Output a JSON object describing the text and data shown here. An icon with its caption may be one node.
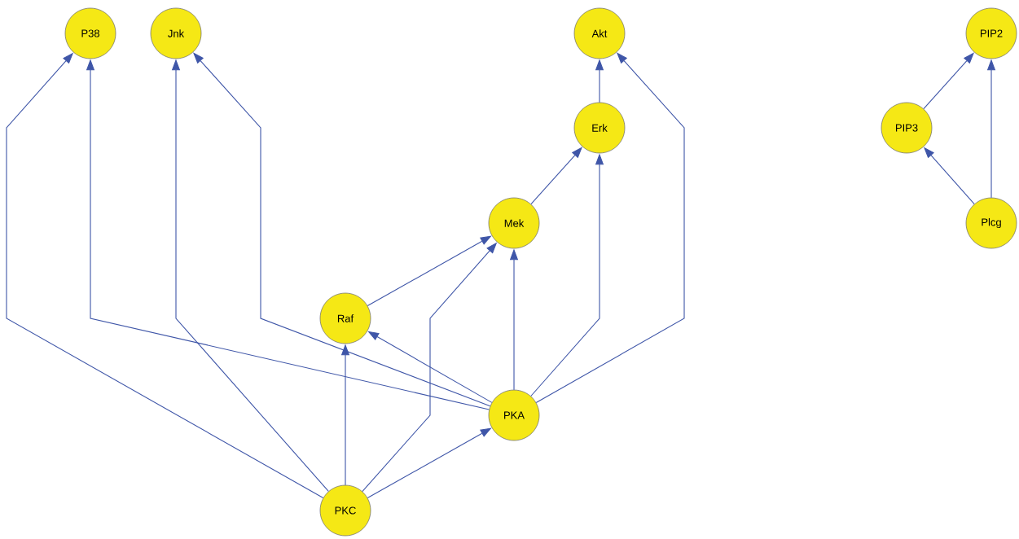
{
  "diagram": {
    "nodes": [
      {
        "text": [
          "P38"
        ]
      },
      {
        "text": [
          "Jnk"
        ]
      },
      {
        "text": [
          "Akt"
        ]
      },
      {
        "text": [
          "PIP2"
        ]
      },
      {
        "text": [
          "Erk"
        ]
      },
      {
        "text": [
          "PIP3"
        ]
      },
      {
        "text": [
          "Mek"
        ]
      },
      {
        "text": [
          "Plcg"
        ]
      },
      {
        "text": [
          "Raf"
        ]
      },
      {
        "text": [
          "PKA"
        ]
      },
      {
        "text": [
          "PKC"
        ]
      }
    ],
    "edges": [
      {
        "from": 10,
        "to": 0,
        "arrow": "to"
      },
      {
        "from": 9,
        "to": 0,
        "arrow": "to"
      },
      {
        "from": 10,
        "to": 1,
        "arrow": "to"
      },
      {
        "from": 9,
        "to": 1,
        "arrow": "to"
      },
      {
        "from": 10,
        "to": 8,
        "arrow": "to"
      },
      {
        "from": 9,
        "to": 8,
        "arrow": "to"
      },
      {
        "from": 8,
        "to": 6,
        "arrow": "to"
      },
      {
        "from": 10,
        "to": 6,
        "arrow": "to"
      },
      {
        "from": 9,
        "to": 6,
        "arrow": "to"
      },
      {
        "from": 10,
        "to": 9,
        "arrow": "to"
      },
      {
        "from": 6,
        "to": 4,
        "arrow": "to"
      },
      {
        "from": 9,
        "to": 4,
        "arrow": "to"
      },
      {
        "from": 4,
        "to": 2,
        "arrow": "to"
      },
      {
        "from": 9,
        "to": 2,
        "arrow": "to"
      },
      {
        "from": 5,
        "to": 3,
        "arrow": "to"
      },
      {
        "from": 7,
        "to": 3,
        "arrow": "to"
      },
      {
        "from": 7,
        "to": 5,
        "arrow": "to"
      }
    ]
  }
}
